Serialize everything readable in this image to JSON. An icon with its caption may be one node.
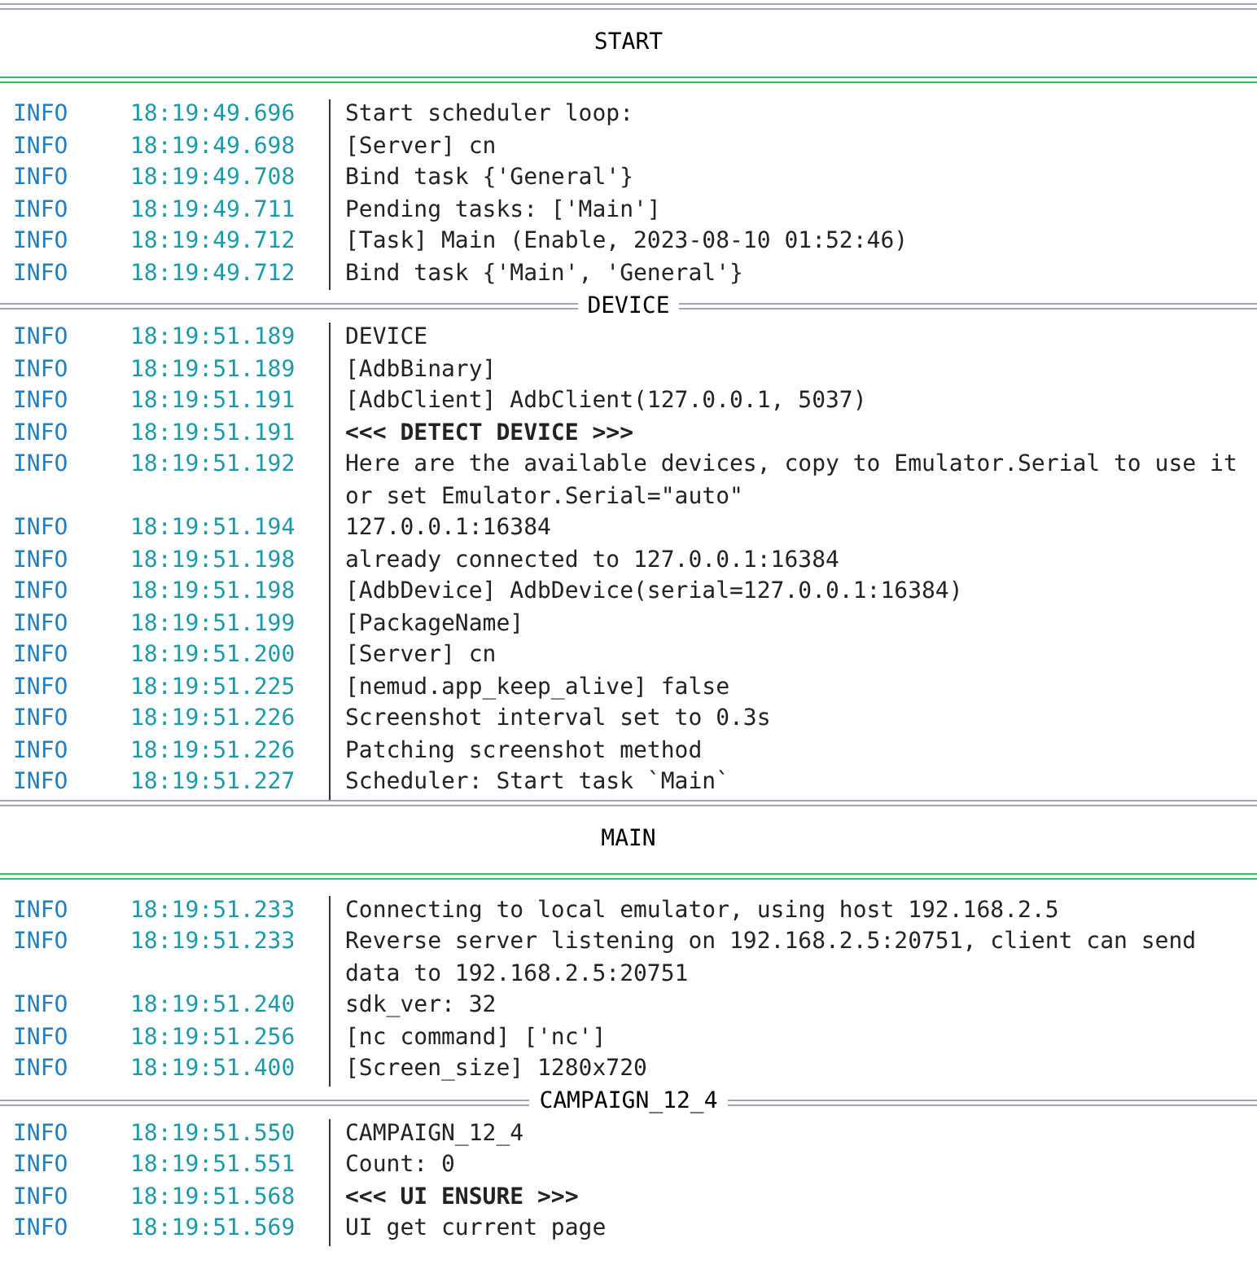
{
  "diagram": {
    "labels": [
      "START",
      "INFO",
      "18:19:49.696",
      "Start scheduler loop:",
      "INFO",
      "18:19:49.698",
      "[Server] cn",
      "INFO",
      "18:19:49.708",
      "Bind task {'General'}",
      "INFO",
      "18:19:49.711",
      "Pending tasks: ['Main']",
      "INFO",
      "18:19:49.712",
      "[Task] Main (Enable, 2023-08-10 01:52:46)",
      "INFO",
      "18:19:49.712",
      "Bind task {'Main', 'General'}",
      "DEVICE",
      "INFO",
      "18:19:51.189",
      "DEVICE",
      "INFO",
      "18:19:51.189",
      "[AdbBinary]",
      "INFO",
      "18:19:51.191",
      "[AdbClient] AdbClient(127.0.0.1, 5037)",
      "INFO",
      "18:19:51.191",
      "<<< DETECT DEVICE >>>",
      "INFO",
      "18:19:51.192",
      "Here are the available devices, copy to Emulator.Serial to use it or set Emulator.Serial=\"auto\"",
      "INFO",
      "18:19:51.194",
      "127.0.0.1:16384",
      "INFO",
      "18:19:51.198",
      "already connected to 127.0.0.1:16384",
      "INFO",
      "18:19:51.198",
      "[AdbDevice] AdbDevice(serial=127.0.0.1:16384)",
      "INFO",
      "18:19:51.199",
      "[PackageName]",
      "INFO",
      "18:19:51.200",
      "[Server] cn",
      "INFO",
      "18:19:51.225",
      "[nemud.app_keep_alive] false",
      "INFO",
      "18:19:51.226",
      "Screenshot interval set to 0.3s",
      "INFO",
      "18:19:51.226",
      "Patching screenshot method",
      "INFO",
      "18:19:51.227",
      "Scheduler: Start task `Main`",
      "MAIN",
      "INFO",
      "18:19:51.233",
      "Connecting to local emulator, using host 192.168.2.5",
      "INFO",
      "18:19:51.233",
      "Reverse server listening on 192.168.2.5:20751, client can send data to 192.168.2.5:20751",
      "INFO",
      "18:19:51.240",
      "sdk_ver: 32",
      "INFO",
      "18:19:51.256",
      "[nc command] ['nc']",
      "INFO",
      "18:19:51.400",
      "[Screen_size] 1280x720",
      "CAMPAIGN_12_4",
      "INFO",
      "18:19:51.550",
      "CAMPAIGN_12_4",
      "INFO",
      "18:19:51.551",
      "Count: 0",
      "INFO",
      "18:19:51.568",
      "<<< UI ENSURE >>>",
      "INFO",
      "18:19:51.569",
      "UI get current page"
    ]
  }
}
